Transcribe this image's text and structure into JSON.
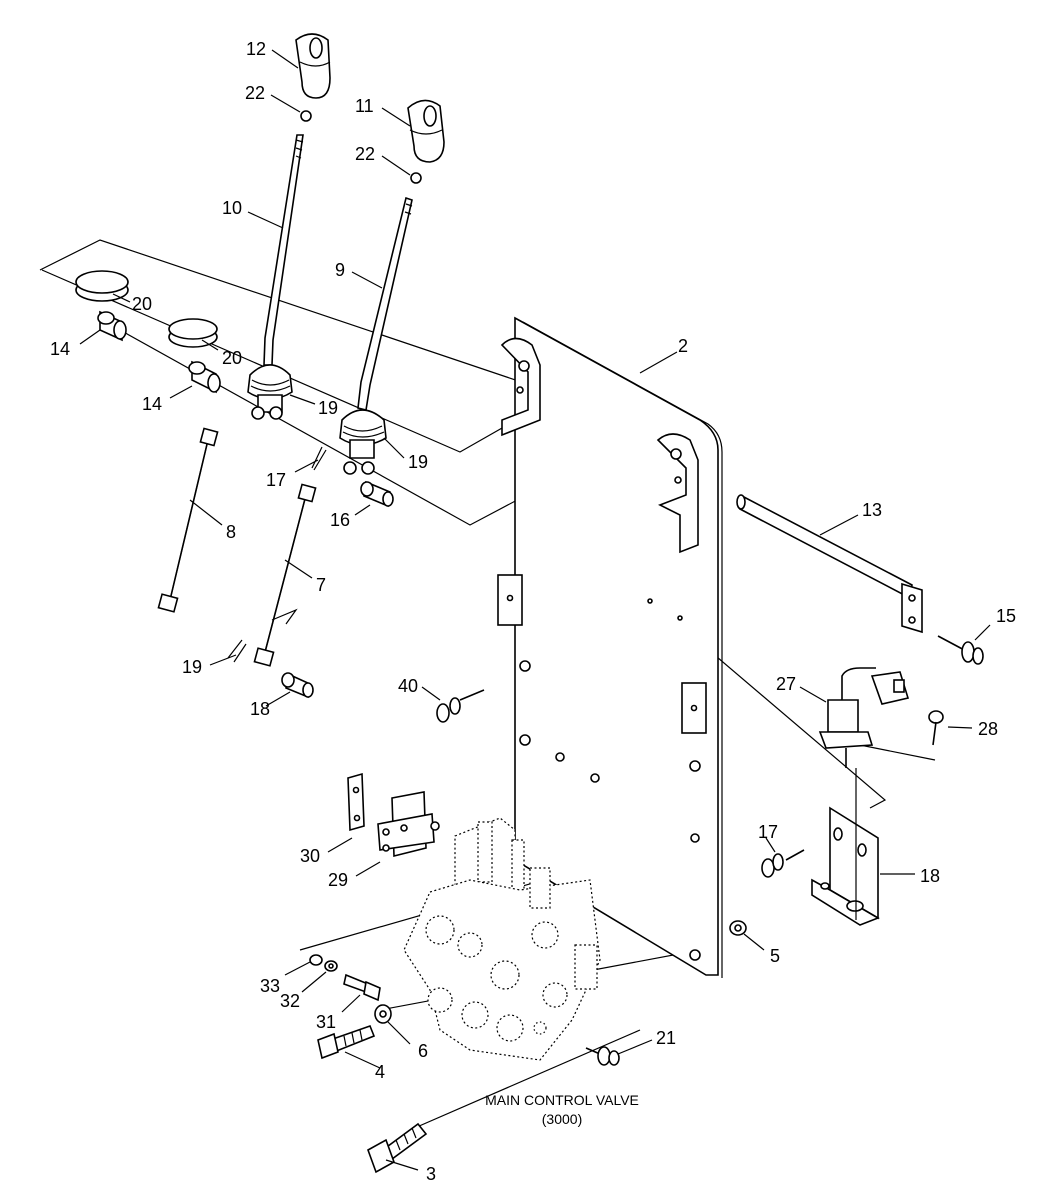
{
  "callouts": [
    {
      "id": "c12",
      "text": "12"
    },
    {
      "id": "c22a",
      "text": "22"
    },
    {
      "id": "c11",
      "text": "11"
    },
    {
      "id": "c22b",
      "text": "22"
    },
    {
      "id": "c10",
      "text": "10"
    },
    {
      "id": "c9",
      "text": "9"
    },
    {
      "id": "c20a",
      "text": "20"
    },
    {
      "id": "c20b",
      "text": "20"
    },
    {
      "id": "c14a",
      "text": "14"
    },
    {
      "id": "c14b",
      "text": "14"
    },
    {
      "id": "c19a",
      "text": "19"
    },
    {
      "id": "c19b",
      "text": "19"
    },
    {
      "id": "c2",
      "text": "2"
    },
    {
      "id": "c17a",
      "text": "17"
    },
    {
      "id": "c16",
      "text": "16"
    },
    {
      "id": "c8",
      "text": "8"
    },
    {
      "id": "c7",
      "text": "7"
    },
    {
      "id": "c13",
      "text": "13"
    },
    {
      "id": "c15",
      "text": "15"
    },
    {
      "id": "c19c",
      "text": "19"
    },
    {
      "id": "c18a",
      "text": "18"
    },
    {
      "id": "c40",
      "text": "40"
    },
    {
      "id": "c27",
      "text": "27"
    },
    {
      "id": "c28",
      "text": "28"
    },
    {
      "id": "c30",
      "text": "30"
    },
    {
      "id": "c29",
      "text": "29"
    },
    {
      "id": "c17b",
      "text": "17"
    },
    {
      "id": "c18b",
      "text": "18"
    },
    {
      "id": "c5",
      "text": "5"
    },
    {
      "id": "c33",
      "text": "33"
    },
    {
      "id": "c32",
      "text": "32"
    },
    {
      "id": "c31",
      "text": "31"
    },
    {
      "id": "c6",
      "text": "6"
    },
    {
      "id": "c4",
      "text": "4"
    },
    {
      "id": "c21",
      "text": "21"
    },
    {
      "id": "c3",
      "text": "3"
    }
  ],
  "valve_label": {
    "line1": "MAIN CONTROL VALVE",
    "line2": "(3000)"
  }
}
